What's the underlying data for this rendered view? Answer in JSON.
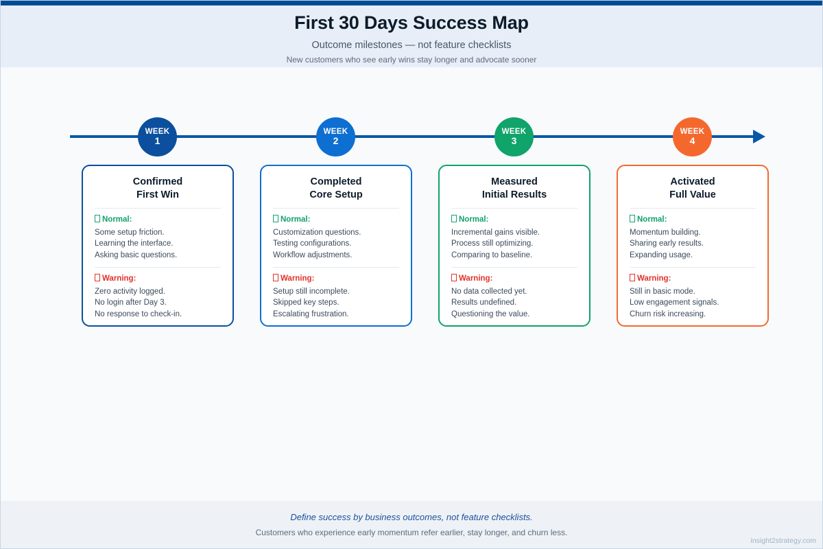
{
  "header": {
    "title": "First 30 Days Success Map",
    "subtitle": "Outcome milestones — not feature checklists",
    "tagline": "New customers who see early wins stay longer and advocate sooner"
  },
  "theme": {
    "top_bar": "#004b96",
    "header_band": "#e8eef7",
    "board_bg": "#f8fafc",
    "footer_band": "#eef2f6",
    "axis": "#0a58a6",
    "normal_color": "#14a06b",
    "warning_color": "#e0322c"
  },
  "timeline": {
    "axis_label": "timeline-axis",
    "markers": [
      {
        "week_label": "WEEK",
        "number": "1",
        "color": "#0b4f9e"
      },
      {
        "week_label": "WEEK",
        "number": "2",
        "color": "#0d6fd1"
      },
      {
        "week_label": "WEEK",
        "number": "3",
        "color": "#10a36a"
      },
      {
        "week_label": "WEEK",
        "number": "4",
        "color": "#f4682e"
      }
    ]
  },
  "cards": [
    {
      "title_line1": "Confirmed",
      "title_line2": "First Win",
      "border_color": "#0b4f9e",
      "normal_label": "Normal:",
      "normal_items": [
        "Some setup friction.",
        "Learning the interface.",
        "Asking basic questions."
      ],
      "warning_label": "Warning:",
      "warning_items": [
        "Zero activity logged.",
        "No login after Day 3.",
        "No response to check-in."
      ]
    },
    {
      "title_line1": "Completed",
      "title_line2": "Core Setup",
      "border_color": "#0d6fd1",
      "normal_label": "Normal:",
      "normal_items": [
        "Customization questions.",
        "Testing configurations.",
        "Workflow adjustments."
      ],
      "warning_label": "Warning:",
      "warning_items": [
        "Setup still incomplete.",
        "Skipped key steps.",
        "Escalating frustration."
      ]
    },
    {
      "title_line1": "Measured",
      "title_line2": "Initial Results",
      "border_color": "#10a36a",
      "normal_label": "Normal:",
      "normal_items": [
        "Incremental gains visible.",
        "Process still optimizing.",
        "Comparing to baseline."
      ],
      "warning_label": "Warning:",
      "warning_items": [
        "No data collected yet.",
        "Results undefined.",
        "Questioning the value."
      ]
    },
    {
      "title_line1": "Activated",
      "title_line2": "Full Value",
      "border_color": "#f4682e",
      "normal_label": "Normal:",
      "normal_items": [
        "Momentum building.",
        "Sharing early results.",
        "Expanding usage."
      ],
      "warning_label": "Warning:",
      "warning_items": [
        "Still in basic mode.",
        "Low engagement signals.",
        "Churn risk increasing."
      ]
    }
  ],
  "footer": {
    "quote": "Define success by business outcomes, not feature checklists.",
    "note": "Customers who experience early momentum refer earlier, stay longer, and churn less.",
    "watermark": "insight2strategy.com"
  }
}
